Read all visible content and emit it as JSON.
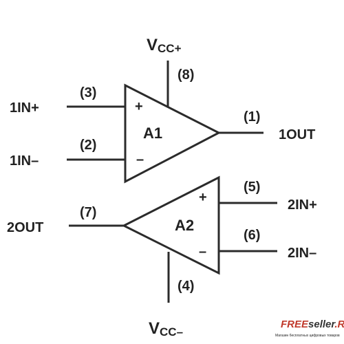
{
  "colors": {
    "line": "#2b2b2b",
    "text": "#222222",
    "watermark_red": "#c0392b",
    "watermark_dark": "#333333"
  },
  "supply": {
    "vcc_plus": {
      "main": "V",
      "sub": "CC+"
    },
    "vcc_minus": {
      "main": "V",
      "sub": "CC–"
    }
  },
  "pins": {
    "in1_plus": {
      "name": "1IN+",
      "number": "(3)"
    },
    "in1_minus": {
      "name": "1IN–",
      "number": "(2)"
    },
    "out1": {
      "name": "1OUT",
      "number": "(1)"
    },
    "vcc_plus": {
      "number": "(8)"
    },
    "in2_plus": {
      "name": "2IN+",
      "number": "(5)"
    },
    "in2_minus": {
      "name": "2IN–",
      "number": "(6)"
    },
    "out2": {
      "name": "2OUT",
      "number": "(7)"
    },
    "vcc_minus": {
      "number": "(4)"
    }
  },
  "amplifiers": {
    "a1": {
      "label": "A1",
      "plus_sign": "+",
      "minus_sign": "–"
    },
    "a2": {
      "label": "A2",
      "plus_sign": "+",
      "minus_sign": "–"
    }
  },
  "watermark": {
    "brand_red": "FREE",
    "brand_dark": "seller",
    "brand_tld": ".RU",
    "tagline": "Магазин бесплатных цифровых товаров"
  }
}
